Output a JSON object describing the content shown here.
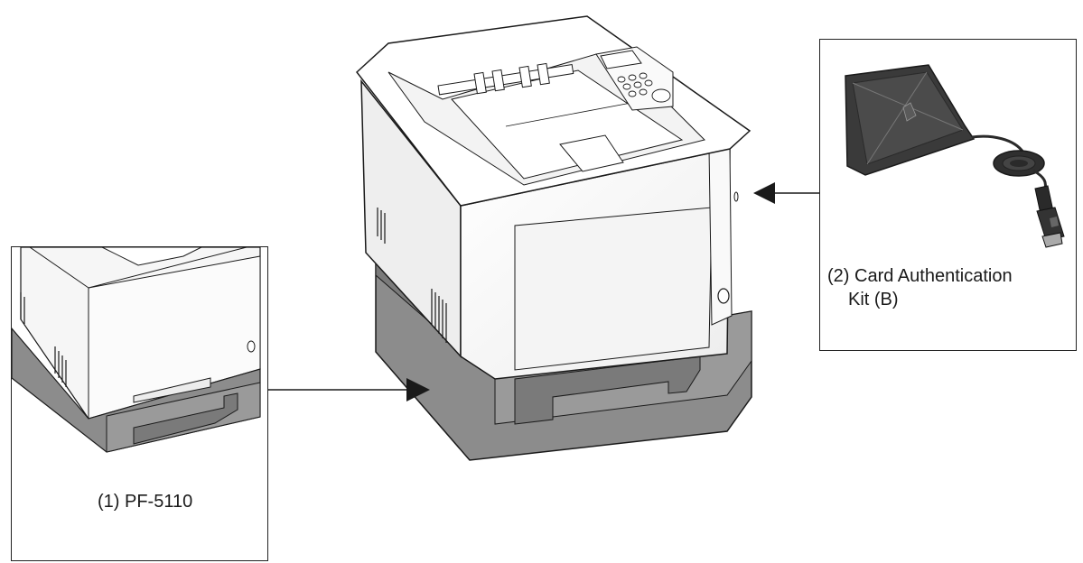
{
  "callouts": [
    {
      "id": "pf5110",
      "label": "(1) PF-5110"
    },
    {
      "id": "card-auth",
      "label_line1": "(2) Card Authentication",
      "label_line2": "Kit (B)"
    }
  ],
  "colors": {
    "outline": "#1a1a1a",
    "printer_body": "#f7f7f7",
    "printer_shade": "#e6e6e6",
    "feeder_gray": "#8c8c8c",
    "feeder_dark": "#6f6f6f",
    "card_reader": "#3a3a3a"
  },
  "icons": [
    "printer-illustration",
    "paper-feeder-illustration",
    "card-reader-illustration",
    "arrow-icon"
  ]
}
